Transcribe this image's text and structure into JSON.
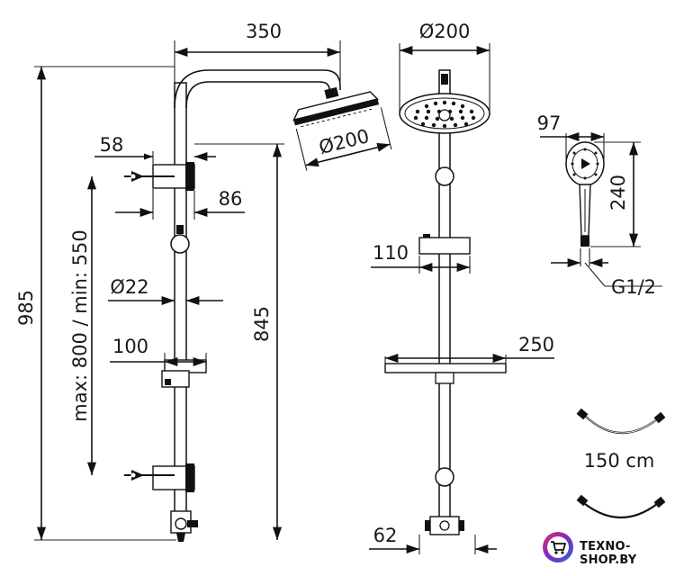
{
  "dimensions": {
    "top_arm_width": "350",
    "head_diameter_front": "Ø200",
    "head_diameter_side": "Ø200",
    "bracket_width": "58",
    "bracket_depth": "86",
    "pipe_diameter": "Ø22",
    "soap_holder": "100",
    "total_height": "985",
    "bracket_spacing": "max: 800 / min: 550",
    "pipe_height": "845",
    "mixer_width": "110",
    "shelf_width": "250",
    "bottom_offset": "62",
    "hand_shower_width": "97",
    "hand_shower_length": "240",
    "connection": "G1/2",
    "hose_length": "150 cm"
  },
  "brand": {
    "logo_text": "TEXNO-SHOP.BY",
    "accent_colors": [
      "#e5247b",
      "#7a2cbf",
      "#2b6bd6"
    ],
    "icon": "cart-icon"
  }
}
